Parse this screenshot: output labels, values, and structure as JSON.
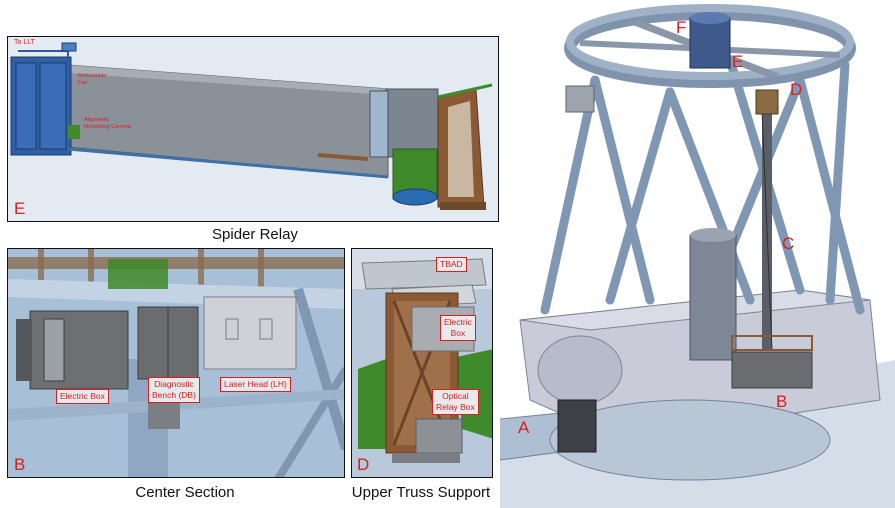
{
  "panels": {
    "spider": {
      "caption": "Spider Relay",
      "letter": "E",
      "labels": {
        "to_llt": "To LLT",
        "retractable": "Retractable\nFan",
        "alignment": "Alignment\nMonitoring Camera"
      }
    },
    "center": {
      "caption": "Center Section",
      "letter": "B",
      "labels": {
        "electric_box": "Electric Box",
        "diagnostic": "Diagnostic\nBench (DB)",
        "laser_head": "Laser Head (LH)"
      }
    },
    "truss": {
      "caption": "Upper Truss Support",
      "letter": "D",
      "labels": {
        "tbad": "TBAD",
        "electric_box": "Electric\nBox",
        "optical": "Optical\nRelay Box"
      }
    }
  },
  "telescope": {
    "letters": {
      "f": "F",
      "e": "E",
      "d_top": "D",
      "c": "C",
      "a": "A",
      "b": "B"
    }
  },
  "colors": {
    "label_red": "#d42020",
    "steel_blue": "#8da2ba",
    "bronze": "#8a5a35",
    "green": "#3f8a2a",
    "blue": "#2a5aa0"
  }
}
